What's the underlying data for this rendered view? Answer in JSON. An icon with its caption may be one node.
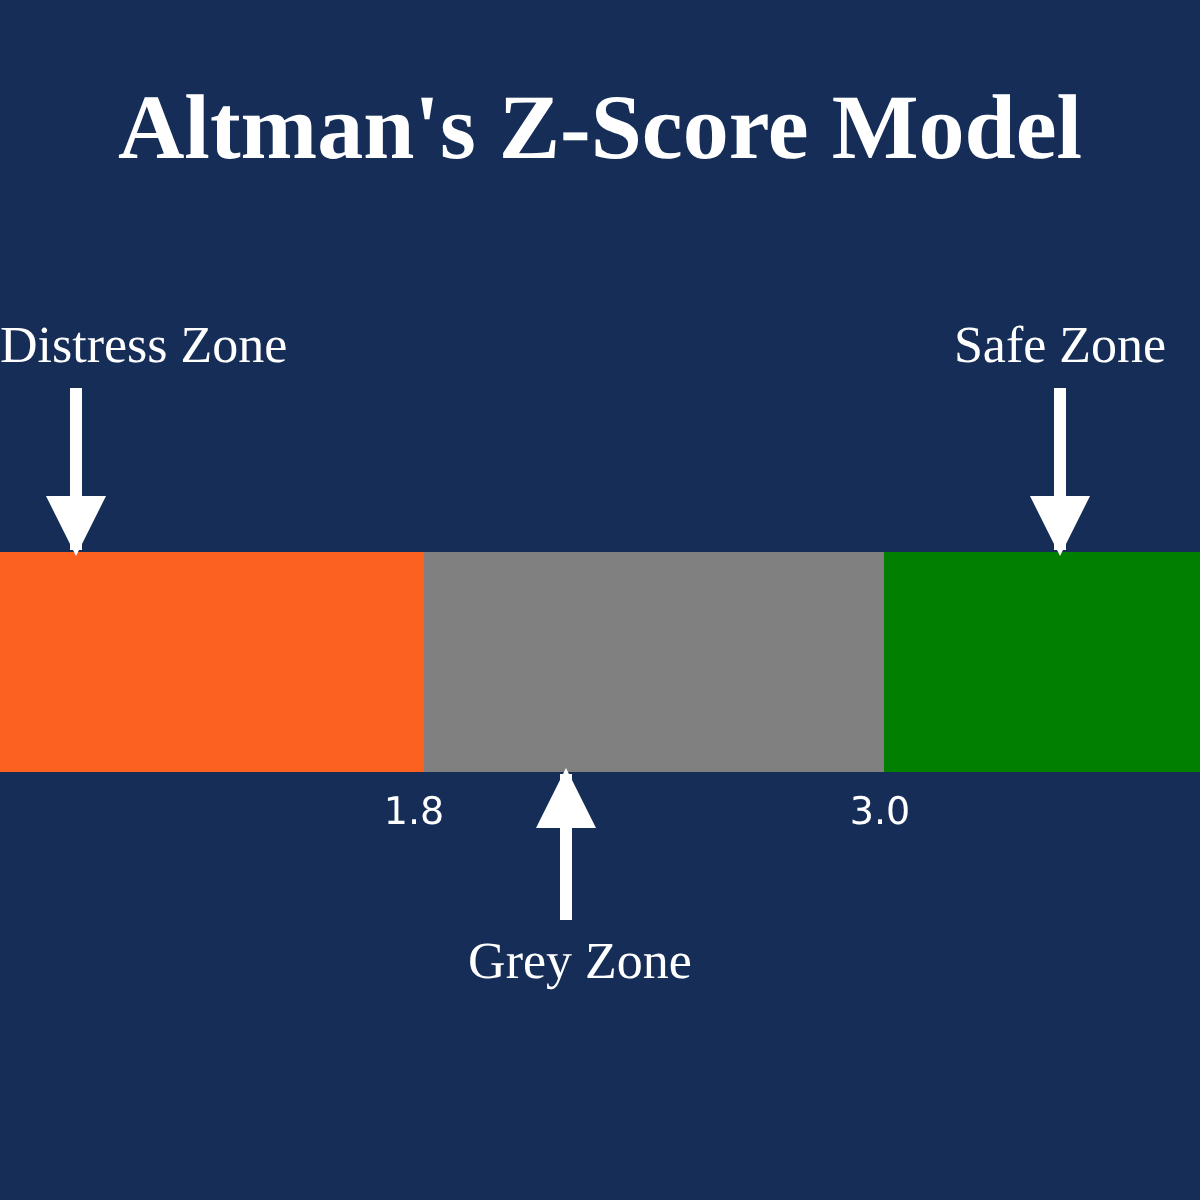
{
  "diagram": {
    "title": "Altman's Z-Score Model",
    "nodes": [
      {
        "text": [
          "Distress Zone"
        ]
      },
      {
        "text": [
          "Safe Zone"
        ]
      },
      {
        "text": [],
        "shape": "bar"
      },
      {
        "text": [],
        "shape": "bar"
      },
      {
        "text": [],
        "shape": "bar"
      },
      {
        "text": [
          "Grey Zone"
        ]
      }
    ],
    "edges": [
      {
        "from": 0,
        "to": 2,
        "arrow": "to"
      },
      {
        "from": 1,
        "to": 4,
        "arrow": "to"
      },
      {
        "from": 5,
        "to": 3,
        "arrow": "to"
      }
    ],
    "labels": [
      "1.8",
      "3.0"
    ]
  }
}
